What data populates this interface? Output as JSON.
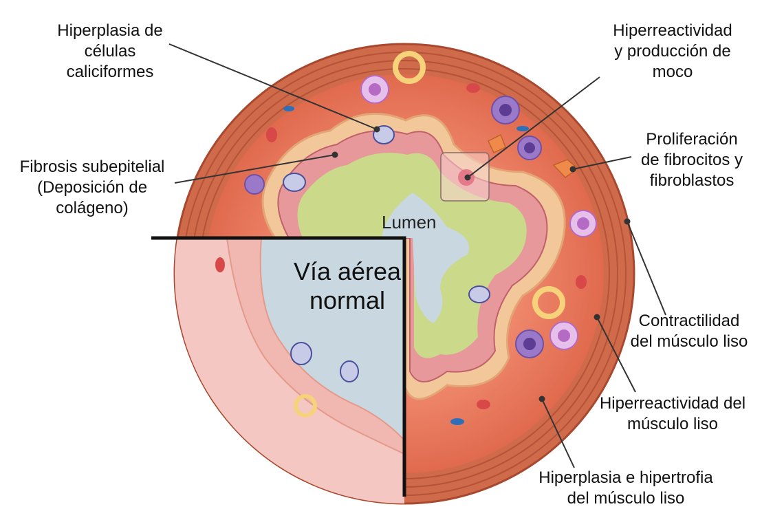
{
  "labels": {
    "goblet": [
      "Hiperplasia de",
      "células",
      "caliciformes"
    ],
    "hyper_mucus": [
      "Hiperreactividad",
      "y producción de",
      "moco"
    ],
    "fibrosis": [
      "Fibrosis subepitelial",
      "(Deposición de",
      "colágeno)"
    ],
    "fibrocytes": [
      "Proliferación",
      "de fibrocitos y",
      "fibroblastos"
    ],
    "contractility": [
      "Contractilidad",
      "del músculo liso"
    ],
    "smooth_hyper": [
      "Hiperreactividad del",
      "músculo liso"
    ],
    "hyperplasia_muscle": [
      "Hiperplasia e hipertrofia",
      "del músculo liso"
    ],
    "lumen": "Lumen",
    "normal_airway": [
      "Vía aérea",
      "normal"
    ]
  },
  "colors": {
    "outer_muscle": "#cf6a4a",
    "submucosa": "#e8856a",
    "basement": "#f2c79a",
    "mucus": "#cbd98a",
    "lumen_fill": "#c9d7e0",
    "normal_tissue": "#f4c7c2",
    "goblet_cell": "#c8cbe8",
    "eosinophil": "#b56bc4",
    "leader_line": "#333333"
  }
}
